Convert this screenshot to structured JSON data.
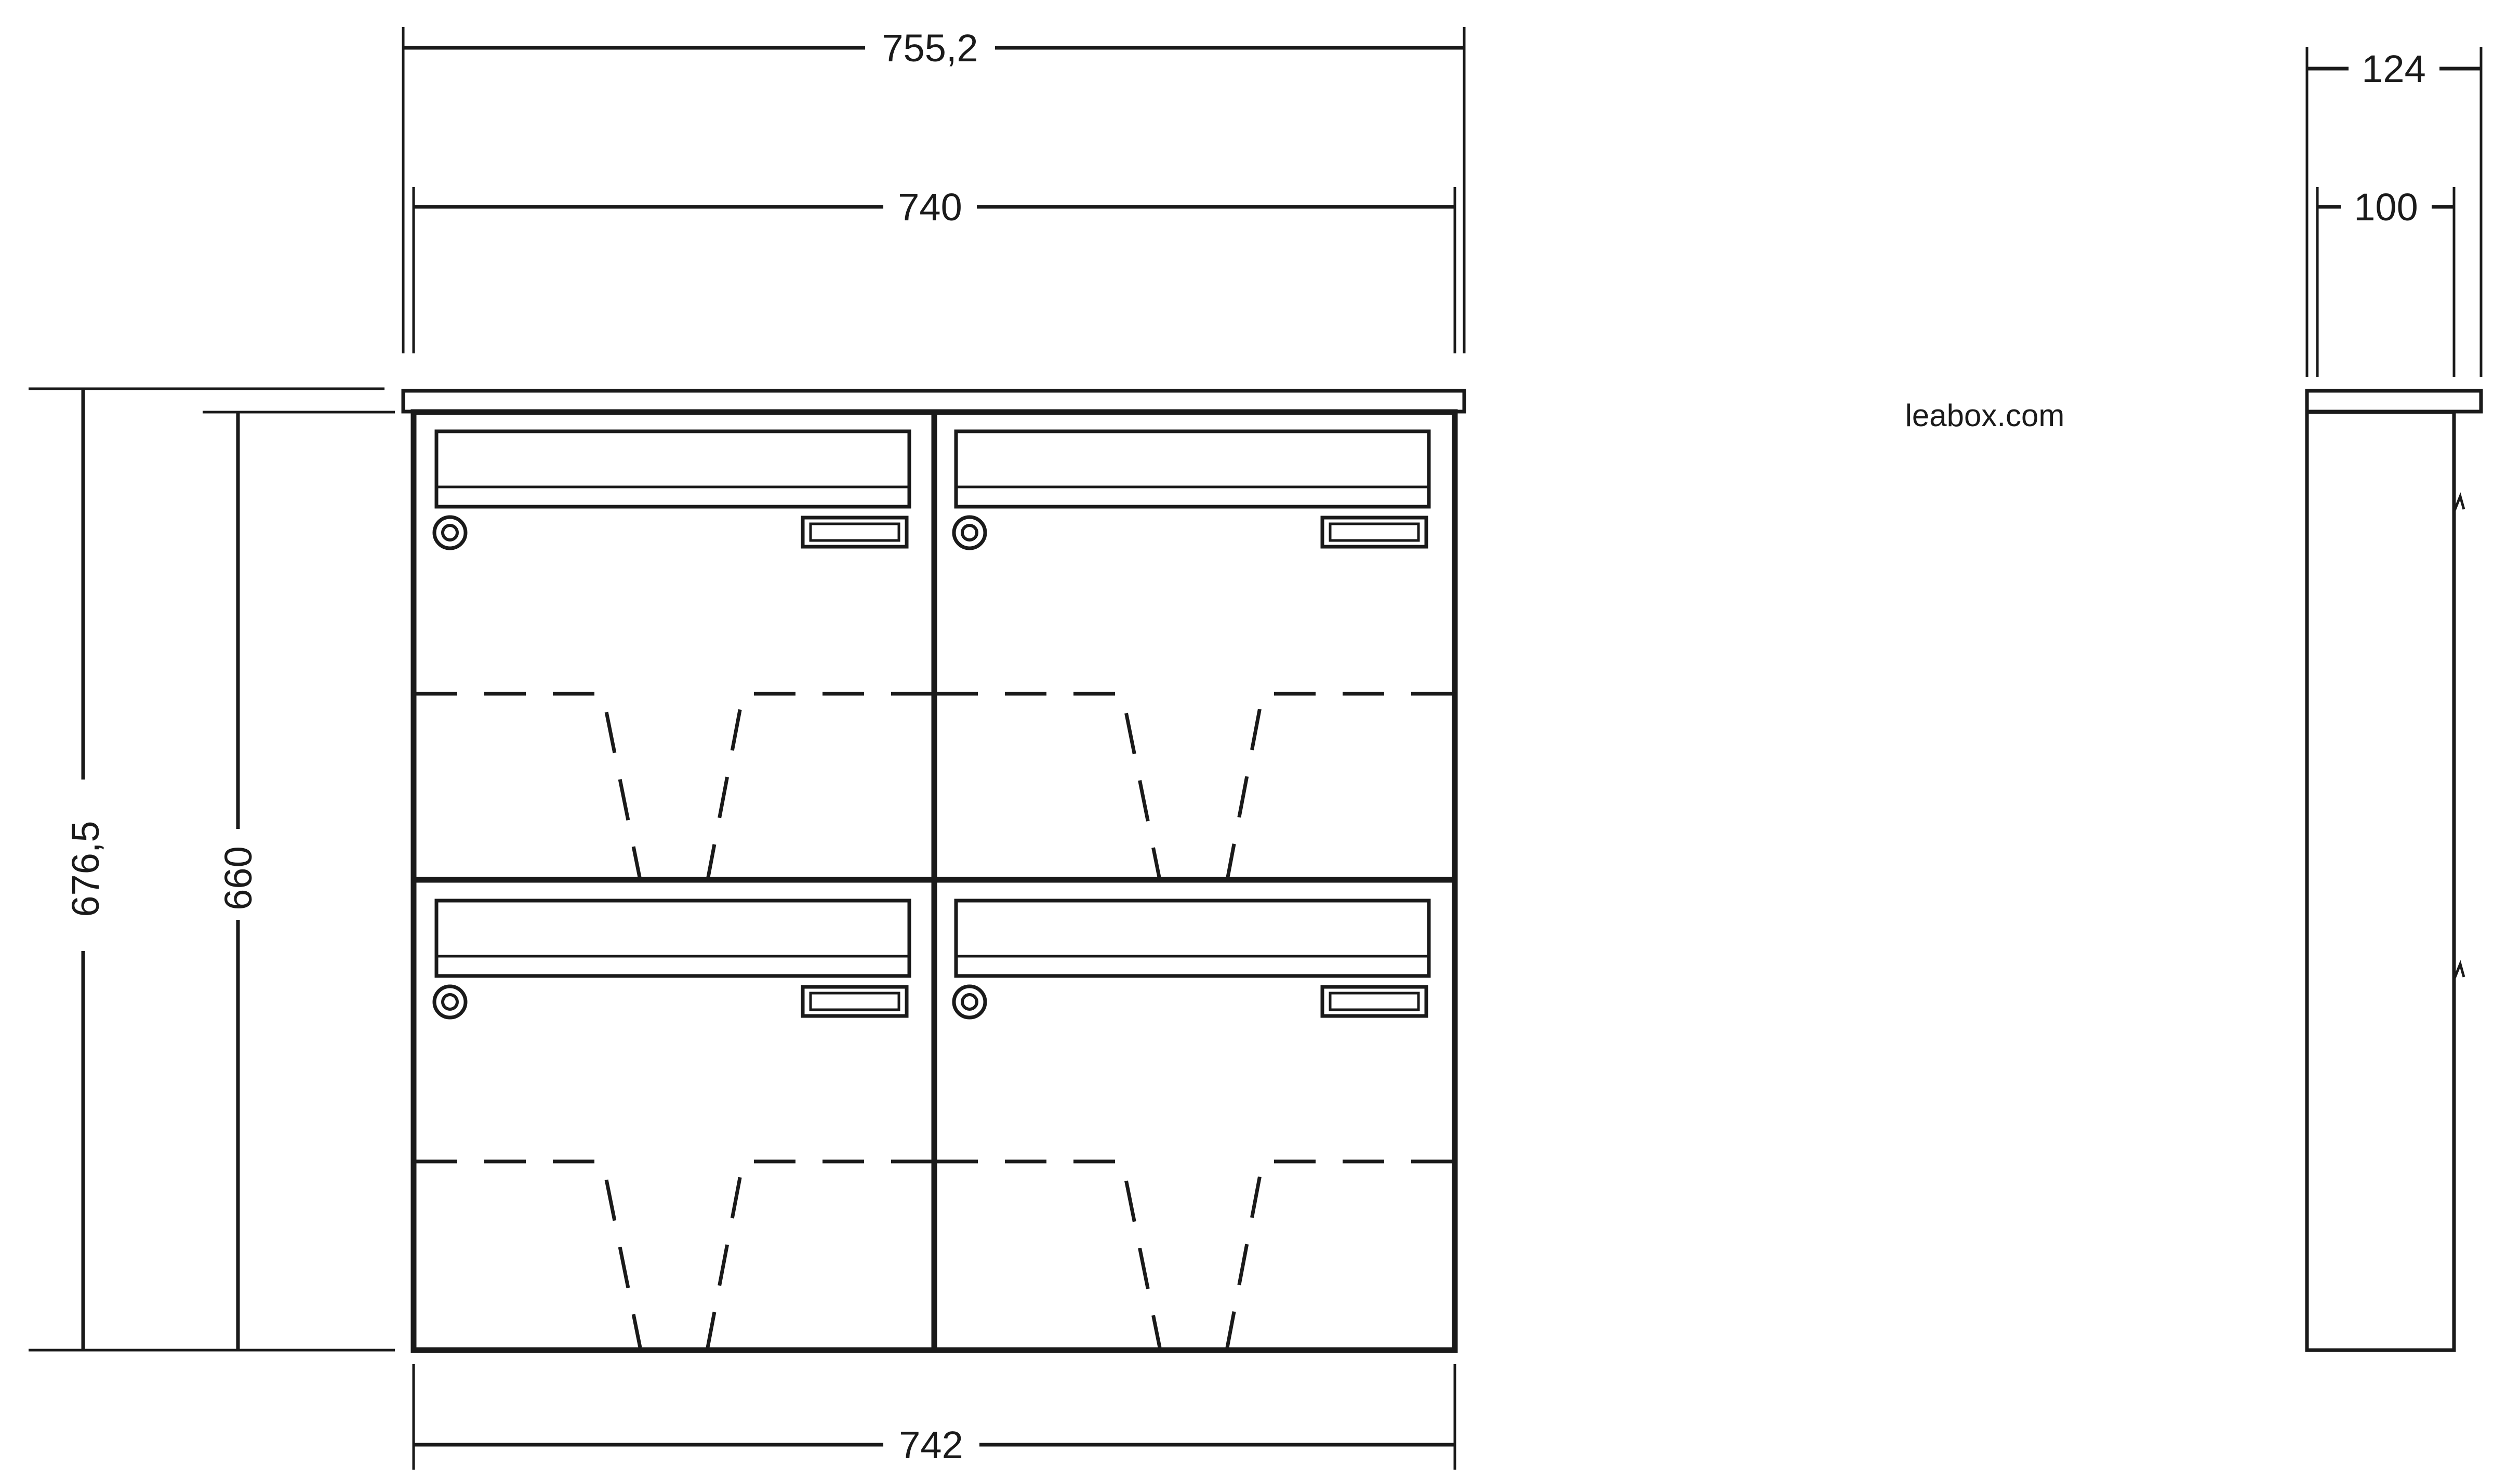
{
  "brand": "leabox.com",
  "dimensions": {
    "overall_width_top": "755,2",
    "body_width_top": "740",
    "body_width_bottom": "742",
    "overall_height": "676,5",
    "body_height": "660",
    "side_overall_depth": "124",
    "side_body_depth": "100"
  },
  "mailboxes": [
    {
      "row": 1,
      "column": 1
    },
    {
      "row": 1,
      "column": 2
    },
    {
      "row": 2,
      "column": 1
    },
    {
      "row": 2,
      "column": 2
    }
  ],
  "colors": {
    "line": "#1a1a1a",
    "background": "#ffffff"
  }
}
